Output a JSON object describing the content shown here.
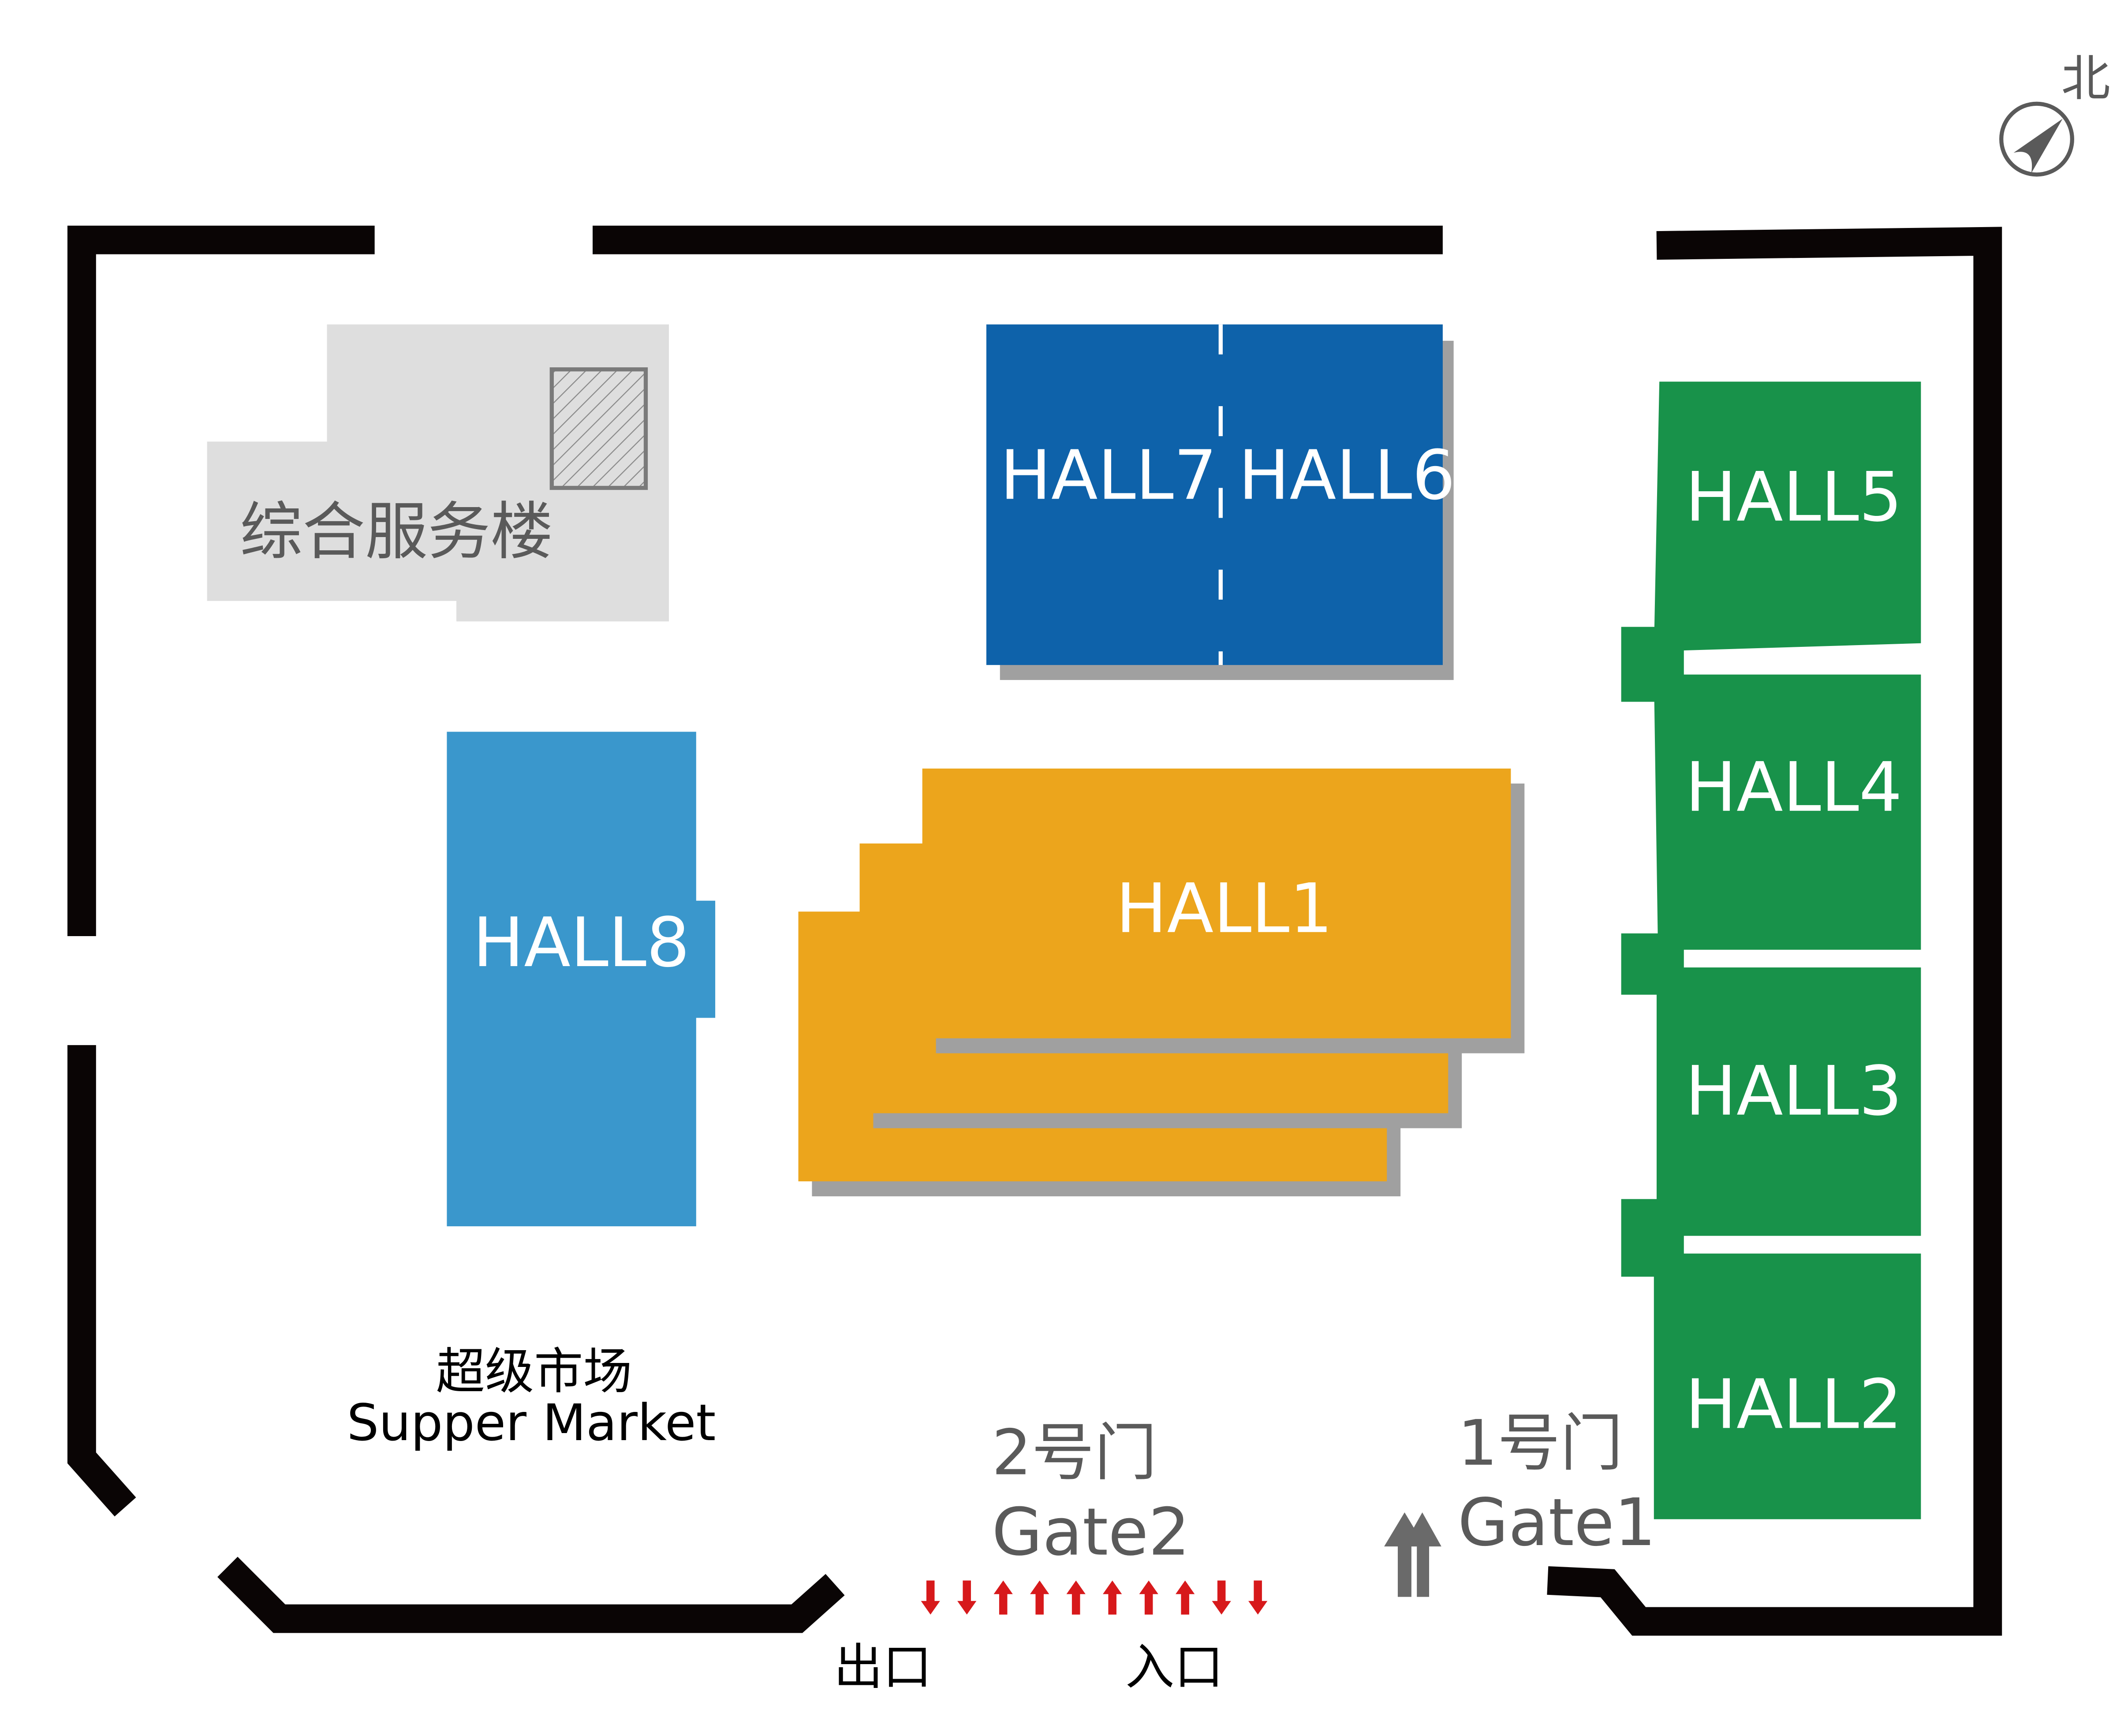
{
  "compass": {
    "north_label": "北"
  },
  "buildings": {
    "service": {
      "label": "综合服务楼"
    },
    "hall7": {
      "label": "HALL7"
    },
    "hall6": {
      "label": "HALL6"
    },
    "hall8": {
      "label": "HALL8"
    },
    "hall1": {
      "label": "HALL1"
    },
    "hall5": {
      "label": "HALL5"
    },
    "hall4": {
      "label": "HALL4"
    },
    "hall3": {
      "label": "HALL3"
    },
    "hall2": {
      "label": "HALL2"
    }
  },
  "supermarket": {
    "cn": "超级市场",
    "en": "Supper Market"
  },
  "gate2": {
    "cn": "2号门",
    "en": "Gate2",
    "exit": "出口",
    "entrance": "入口",
    "lanes": [
      "down",
      "down",
      "up",
      "up",
      "up",
      "up",
      "up",
      "up",
      "down",
      "down"
    ]
  },
  "gate1": {
    "cn": "1号门",
    "en": "Gate1"
  },
  "colors": {
    "blue_dark": "#0e62aa",
    "blue_light": "#3a97cc",
    "orange": "#eca51c",
    "green": "#18924a",
    "shadow": "#a0a0a0",
    "arrow_red": "#d7191b",
    "service_gray": "#dedede"
  }
}
